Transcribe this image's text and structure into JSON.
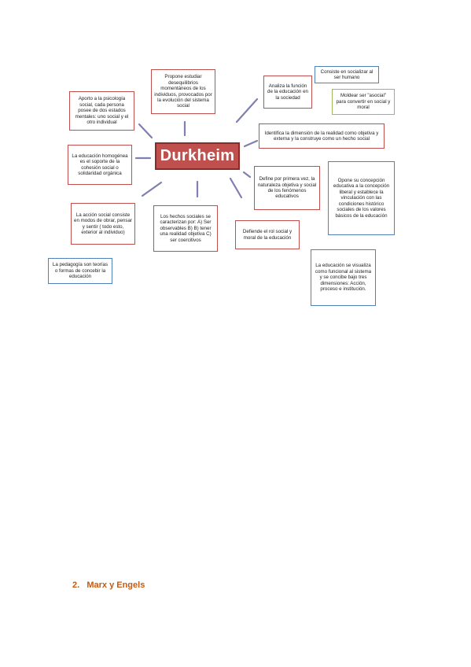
{
  "concept_map": {
    "center_label": "Durkheim",
    "nodes": [
      {
        "id": "propone",
        "text": "Propone estudiar desequilibrios momentáneos de los individuos, provocados por la evolución del sistema social"
      },
      {
        "id": "analiza",
        "text": "Analiza la función de la educación en la sociedad"
      },
      {
        "id": "consiste",
        "text": "Consiste en socializar al ser humano"
      },
      {
        "id": "moldear",
        "text": "Moldear ser \"asocial\" para convertir en social y moral"
      },
      {
        "id": "aporte",
        "text": "Aporto a la psicología social, cada persona posee de dos estados mentales: uno social y el otro individual"
      },
      {
        "id": "identifica",
        "text": "Identifica la dimensión de la realidad como objetiva y externa y la construye como un hecho social"
      },
      {
        "id": "homogenea",
        "text": "La educación homogénea es el soporte de la cohesión social o solidaridad orgánica"
      },
      {
        "id": "define",
        "text": "Define por primera vez, la naturaleza objetiva y social de los fenómenos educativos"
      },
      {
        "id": "opone",
        "text": "Opone su concepción educativa a la concepción liberal y establece la vinculación con las condiciones histórico sociales de los valores básicos de la educación"
      },
      {
        "id": "accion",
        "text": "La acción social consiste en modos de obrar, pensar y sentir ( todo esto, exterior al individuo)"
      },
      {
        "id": "hechos",
        "text": "Los hechos sociales se caracterizan por: A) Ser observables B) B) tener una realidad objetiva C) ser coercitivos"
      },
      {
        "id": "defiende",
        "text": "Defiende el rol social y moral de la educación"
      },
      {
        "id": "pedagogia",
        "text": "La pedagogía son teorías o formas de concebir la educación"
      },
      {
        "id": "funcional",
        "text": "La educación se visualiza como funcional al sistema y se concibe bajo tres dimensiones: Acción, proceso e institución."
      }
    ],
    "colors": {
      "red_box": "#c0504d",
      "blue_box": "#4f81bd",
      "green_box": "#9bbb59",
      "connector": "#7f7fb0"
    }
  },
  "section_heading": "2.   Marx y Engels",
  "heading_color": "#c55a11"
}
